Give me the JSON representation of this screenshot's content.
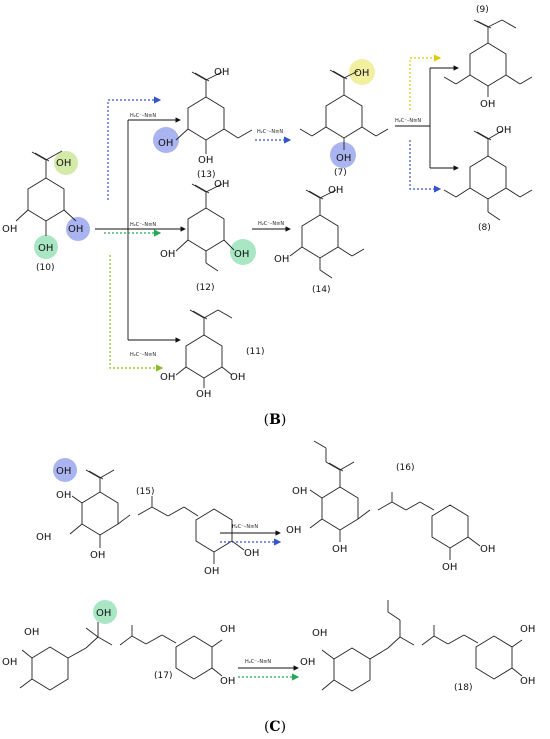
{
  "labels": {
    "OH": "OH",
    "reagent": "H₂C⁻–N≡N",
    "compounds": {
      "c9": "(9)",
      "c13": "(13)",
      "c7": "(7)",
      "c8": "(8)",
      "c10": "(10)",
      "c12": "(12)",
      "c14": "(14)",
      "c11": "(11)",
      "c15": "(15)",
      "c16": "(16)",
      "c17": "(17)",
      "c18": "(18)"
    },
    "panel_b": {
      "open": "(",
      "letter": "B",
      "close": ")"
    },
    "panel_c": {
      "open": "(",
      "letter": "C",
      "close": ")"
    }
  },
  "colors": {
    "blue_highlight": "#aab4f0",
    "green_highlight": "#a8e6c4",
    "yellowgreen_highlight": "#d4eaa8",
    "yellow_highlight": "#f2f0a0",
    "blue_arrow": "#3355cc",
    "green_arrow": "#22aa55",
    "yellowgreen_arrow": "#88bb22",
    "yellow_arrow": "#ddcc00"
  }
}
